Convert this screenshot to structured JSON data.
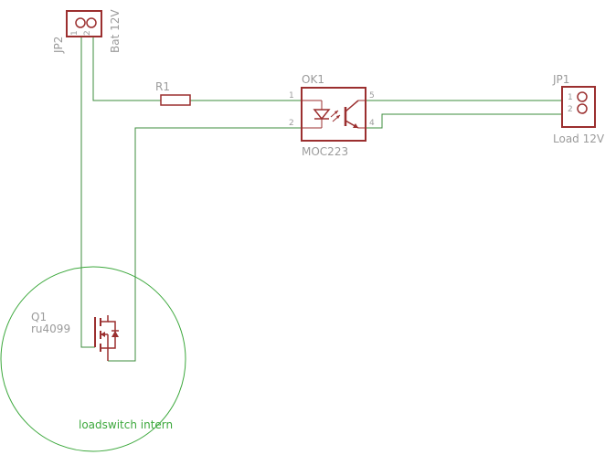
{
  "colors": {
    "wire": "#3c8c3c",
    "part": "#9b2f2f",
    "label": "#9b9b9b",
    "annotation": "#3ca83c",
    "background": "#ffffff"
  },
  "jp2": {
    "name": "JP2",
    "value": "Bat 12V",
    "pin1": "1",
    "pin2": "2"
  },
  "r1": {
    "name": "R1"
  },
  "ok1": {
    "name": "OK1",
    "value": "MOC223",
    "pin1": "1",
    "pin2": "2",
    "pin5": "5",
    "pin4": "4"
  },
  "jp1": {
    "name": "JP1",
    "value": "Load 12V",
    "pin1": "1",
    "pin2": "2"
  },
  "q1": {
    "name": "Q1",
    "value": "ru4099"
  },
  "annotation": {
    "text": "loadswitch intern"
  }
}
